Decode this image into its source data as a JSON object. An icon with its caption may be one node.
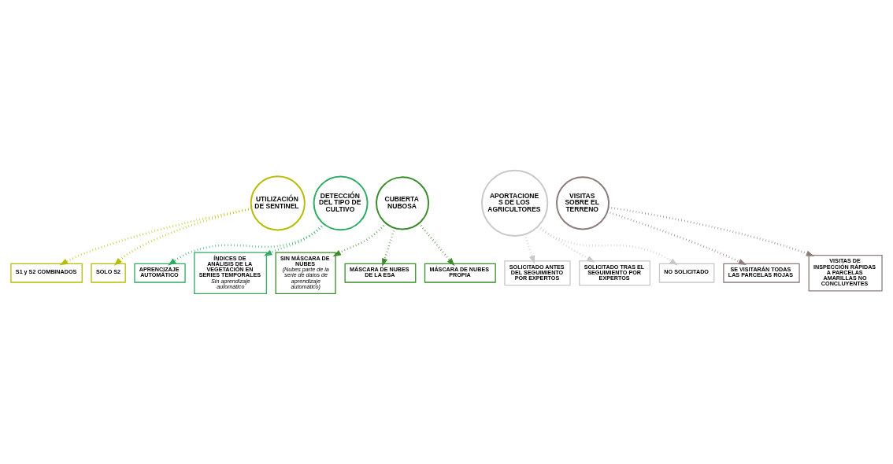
{
  "diagram": {
    "nodes": [
      {
        "text": [
          "UTILIZACIÓN DE SENTINEL"
        ]
      },
      {
        "text": [
          "S1 y S2 COMBINADOS"
        ]
      },
      {
        "text": [
          "SOLO S2"
        ]
      },
      {
        "text": [
          "CUBIERTA NUBOSA"
        ]
      },
      {
        "text": [
          "SIN MÁSCARA DE NUBES",
          "(Nubes parte de la serie de datos de aprendizaje automático)"
        ]
      },
      {
        "text": [
          "MÁSCARA DE NUBES DE LA ESA"
        ]
      },
      {
        "text": [
          "MÁSCARA DE NUBES PROPIA"
        ]
      },
      {
        "text": [
          "DETECCIÓN DEL TIPO DE CULTIVO"
        ]
      },
      {
        "text": [
          "APRENCIZAJE AUTOMÁTICO"
        ]
      },
      {
        "text": [
          "ÍNDICES DE ANÁLISIS DE LA VEGETACIÓN EN SERIES TEMPORALES",
          "Sin aprendizaje automático"
        ]
      },
      {
        "text": [
          "APORTACIONE S DE LOS AGRICULTORES"
        ]
      },
      {
        "text": [
          "SOLICITADO ANTES DEL SEGUIMIENTO POR EXPERTOS"
        ]
      },
      {
        "text": [
          "SOLICITADO TRAS EL SEGUIMIENTO POR EXPERTOS"
        ]
      },
      {
        "text": [
          "NO SOLICITADO"
        ]
      },
      {
        "text": [
          "VISITAS SOBRE EL TERRENO"
        ]
      },
      {
        "text": [
          "SE VISITARÁN TODAS LAS PARCELAS ROJAS"
        ]
      },
      {
        "text": [
          "VISITAS DE INSPECCIÓN RÁPIDAS A PARCELAS AMARILLAS NO CONCLUYENTES"
        ]
      }
    ],
    "edges": [
      {
        "from": 0,
        "to": 1,
        "arrow": "to",
        "style": "dashed",
        "color": "#b5bd00"
      },
      {
        "from": 0,
        "to": 2,
        "arrow": "to",
        "style": "dashed",
        "color": "#b5bd00"
      },
      {
        "from": 3,
        "to": 4,
        "arrow": "to",
        "style": "dashed",
        "color": "#3b8c2a"
      },
      {
        "from": 3,
        "to": 5,
        "arrow": "to",
        "style": "dashed",
        "color": "#3b8c2a"
      },
      {
        "from": 3,
        "to": 6,
        "arrow": "to",
        "style": "dashed",
        "color": "#3b8c2a"
      },
      {
        "from": 7,
        "to": 8,
        "arrow": "to",
        "style": "dashed",
        "color": "#2fab62"
      },
      {
        "from": 7,
        "to": 9,
        "arrow": "to",
        "style": "dashed",
        "color": "#2fab62"
      },
      {
        "from": 10,
        "to": 11,
        "arrow": "to",
        "style": "dashed",
        "color": "#c8c8c8"
      },
      {
        "from": 10,
        "to": 12,
        "arrow": "to",
        "style": "dashed",
        "color": "#c8c8c8"
      },
      {
        "from": 10,
        "to": 13,
        "arrow": "to",
        "style": "dashed",
        "color": "#c8c8c8"
      },
      {
        "from": 14,
        "to": 15,
        "arrow": "to",
        "style": "dashed",
        "color": "#8c7d7b"
      },
      {
        "from": 14,
        "to": 16,
        "arrow": "to",
        "style": "dashed",
        "color": "#8c7d7b"
      }
    ]
  }
}
